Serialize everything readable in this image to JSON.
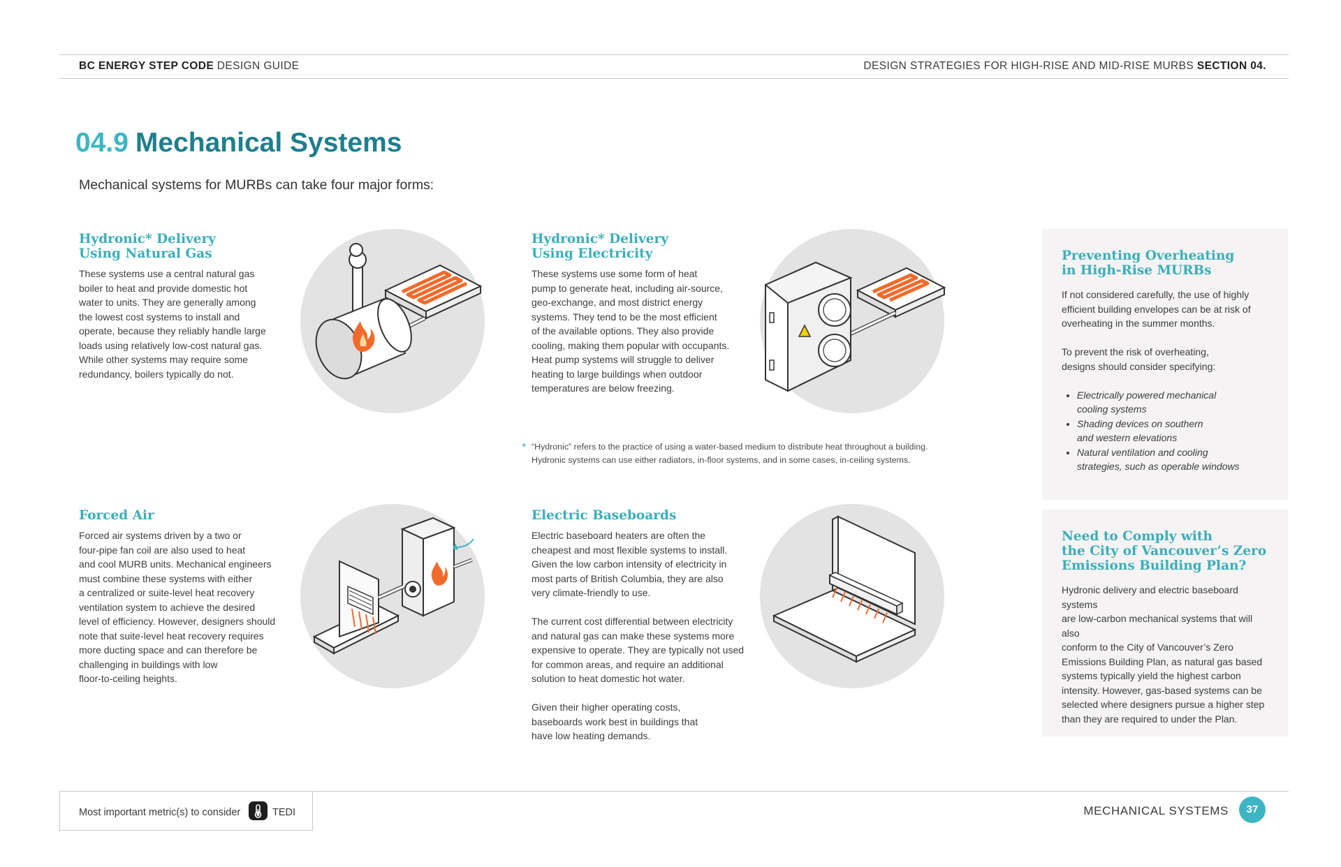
{
  "header": {
    "left_bold": "BC ENERGY STEP CODE",
    "left_rest": "DESIGN GUIDE",
    "right_rest": "DESIGN STRATEGIES FOR HIGH-RISE AND MID-RISE MURBS",
    "right_bold": "SECTION 04."
  },
  "title": {
    "number": "04.9",
    "text": "Mechanical Systems"
  },
  "intro": "Mechanical systems for MURBs can take four major forms:",
  "sections": {
    "gas": {
      "title_1": "Hydronic* Delivery",
      "title_2": "Using Natural Gas",
      "lines": [
        "These systems use a central natural gas",
        "boiler to heat and provide domestic hot",
        "water to units. They are generally among",
        "the lowest cost systems to install and",
        "operate, because they reliably handle large",
        "loads using relatively low-cost natural gas.",
        "While other systems may require some",
        "redundancy, boilers typically do not."
      ]
    },
    "electric": {
      "title_1": "Hydronic* Delivery",
      "title_2": "Using Electricity",
      "lines": [
        "These systems use some form of heat",
        "pump to generate heat, including air-source,",
        "geo-exchange, and most district energy",
        "systems. They tend to be the most efficient",
        "of the available options. They also provide",
        "cooling, making them popular with occupants.",
        "Heat pump systems will struggle to deliver",
        "heating to large buildings when outdoor",
        "temperatures are below freezing."
      ]
    },
    "forced": {
      "title": "Forced Air",
      "lines": [
        "Forced air systems driven by a two or",
        "four-pipe fan coil are also used to heat",
        "and cool MURB units. Mechanical engineers",
        "must combine these systems with either",
        "a centralized or suite-level heat recovery",
        "ventilation system to achieve the desired",
        "level of efficiency. However, designers should",
        "note that suite-level heat recovery requires",
        "more ducting space and can therefore be",
        "challenging in buildings with low",
        "floor-to-ceiling heights."
      ]
    },
    "baseboard": {
      "title": "Electric Baseboards",
      "p1": [
        "Electric baseboard heaters are often the",
        "cheapest and most flexible systems to install.",
        "Given the low carbon intensity of electricity in",
        "most parts of British Columbia, they are also",
        "very climate-friendly to use."
      ],
      "p2": [
        "The current cost differential between electricity",
        "and natural gas can make these systems more",
        "expensive to operate. They are typically not used",
        "for common areas, and require an additional",
        "solution to heat domestic hot water."
      ],
      "p3": [
        "Given their higher operating costs,",
        "baseboards work best in buildings that",
        "have low heating demands."
      ]
    }
  },
  "footnote": {
    "star": "*",
    "line_1": "“Hydronic” refers to the practice of using a water-based medium to distribute heat throughout a building.",
    "line_2": "Hydronic systems can use either radiators, in-floor systems, and in some cases, in-ceiling systems."
  },
  "sidebar_overheating": {
    "title_1": "Preventing Overheating",
    "title_2": "in High-Rise MURBs",
    "p1": [
      "If not considered carefully, the use of highly",
      "efficient building envelopes can be at risk of",
      "overheating in the summer months."
    ],
    "p2": [
      "To prevent the risk of overheating,",
      "designs should consider specifying:"
    ],
    "bullets": [
      {
        "l1": "Electrically powered mechanical",
        "l2": "cooling systems"
      },
      {
        "l1": "Shading devices on southern",
        "l2": "and western elevations"
      },
      {
        "l1": "Natural ventilation and cooling",
        "l2": "strategies, such as operable windows"
      }
    ]
  },
  "sidebar_vancouver": {
    "title_1": "Need to Comply with",
    "title_2": "the City of Vancouver’s Zero",
    "title_3": "Emissions Building Plan?",
    "lines": [
      "Hydronic delivery and electric baseboard systems",
      "are low-carbon mechanical systems that will also",
      "conform to the City of Vancouver’s Zero",
      "Emissions Building Plan, as natural gas based",
      "systems typically yield the highest carbon",
      "intensity. However, gas-based systems can be",
      "selected where designers pursue a higher step",
      "than they are required to under the Plan."
    ]
  },
  "footer": {
    "metric_label": "Most important metric(s) to consider",
    "metric_icon": "thermometer-icon",
    "metric_name": "TEDI",
    "section_name": "MECHANICAL SYSTEMS",
    "page_number": "37"
  },
  "colors": {
    "teal_dark": "#1e7f8c",
    "teal_light": "#3db6c3",
    "flame_orange": "#f26a2b",
    "sidebar_bg": "#f5f3f3",
    "circle_bg": "#e4e3e4"
  }
}
